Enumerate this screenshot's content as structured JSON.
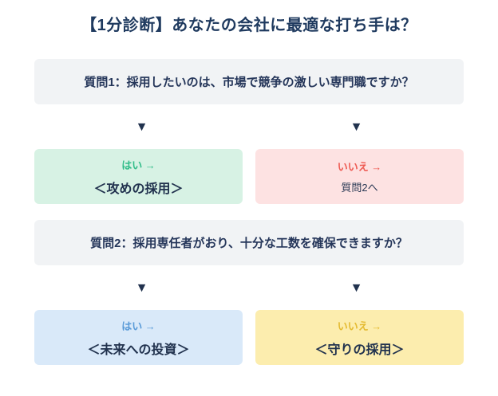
{
  "title": "【1分診断】あなたの会社に最適な打ち手は？",
  "arrow_glyph": "▼",
  "questions": [
    {
      "text": "質問1：採用したいのは、市場で競争の激しい専門職ですか？"
    },
    {
      "text": "質問2：採用専任者がおり、十分な工数を確保できますか？"
    }
  ],
  "branches": [
    {
      "yes": {
        "label": "はい →",
        "result": "＜攻めの採用＞"
      },
      "no": {
        "label": "いいえ →",
        "result": "質問2へ"
      }
    },
    {
      "yes": {
        "label": "はい →",
        "result": "＜未来への投資＞"
      },
      "no": {
        "label": "いいえ →",
        "result": "＜守りの採用＞"
      }
    }
  ],
  "colors": {
    "title_text": "#1f3a5f",
    "question_bg": "#f1f3f5",
    "arrow": "#21324e",
    "yes1_bg": "#d7f2e4",
    "yes1_text": "#33bd8a",
    "no1_bg": "#fde2e2",
    "no1_text": "#ee5a52",
    "yes2_bg": "#d9e9f9",
    "yes2_text": "#5a9bd8",
    "no2_bg": "#fcedae",
    "no2_text": "#e4ba30"
  }
}
